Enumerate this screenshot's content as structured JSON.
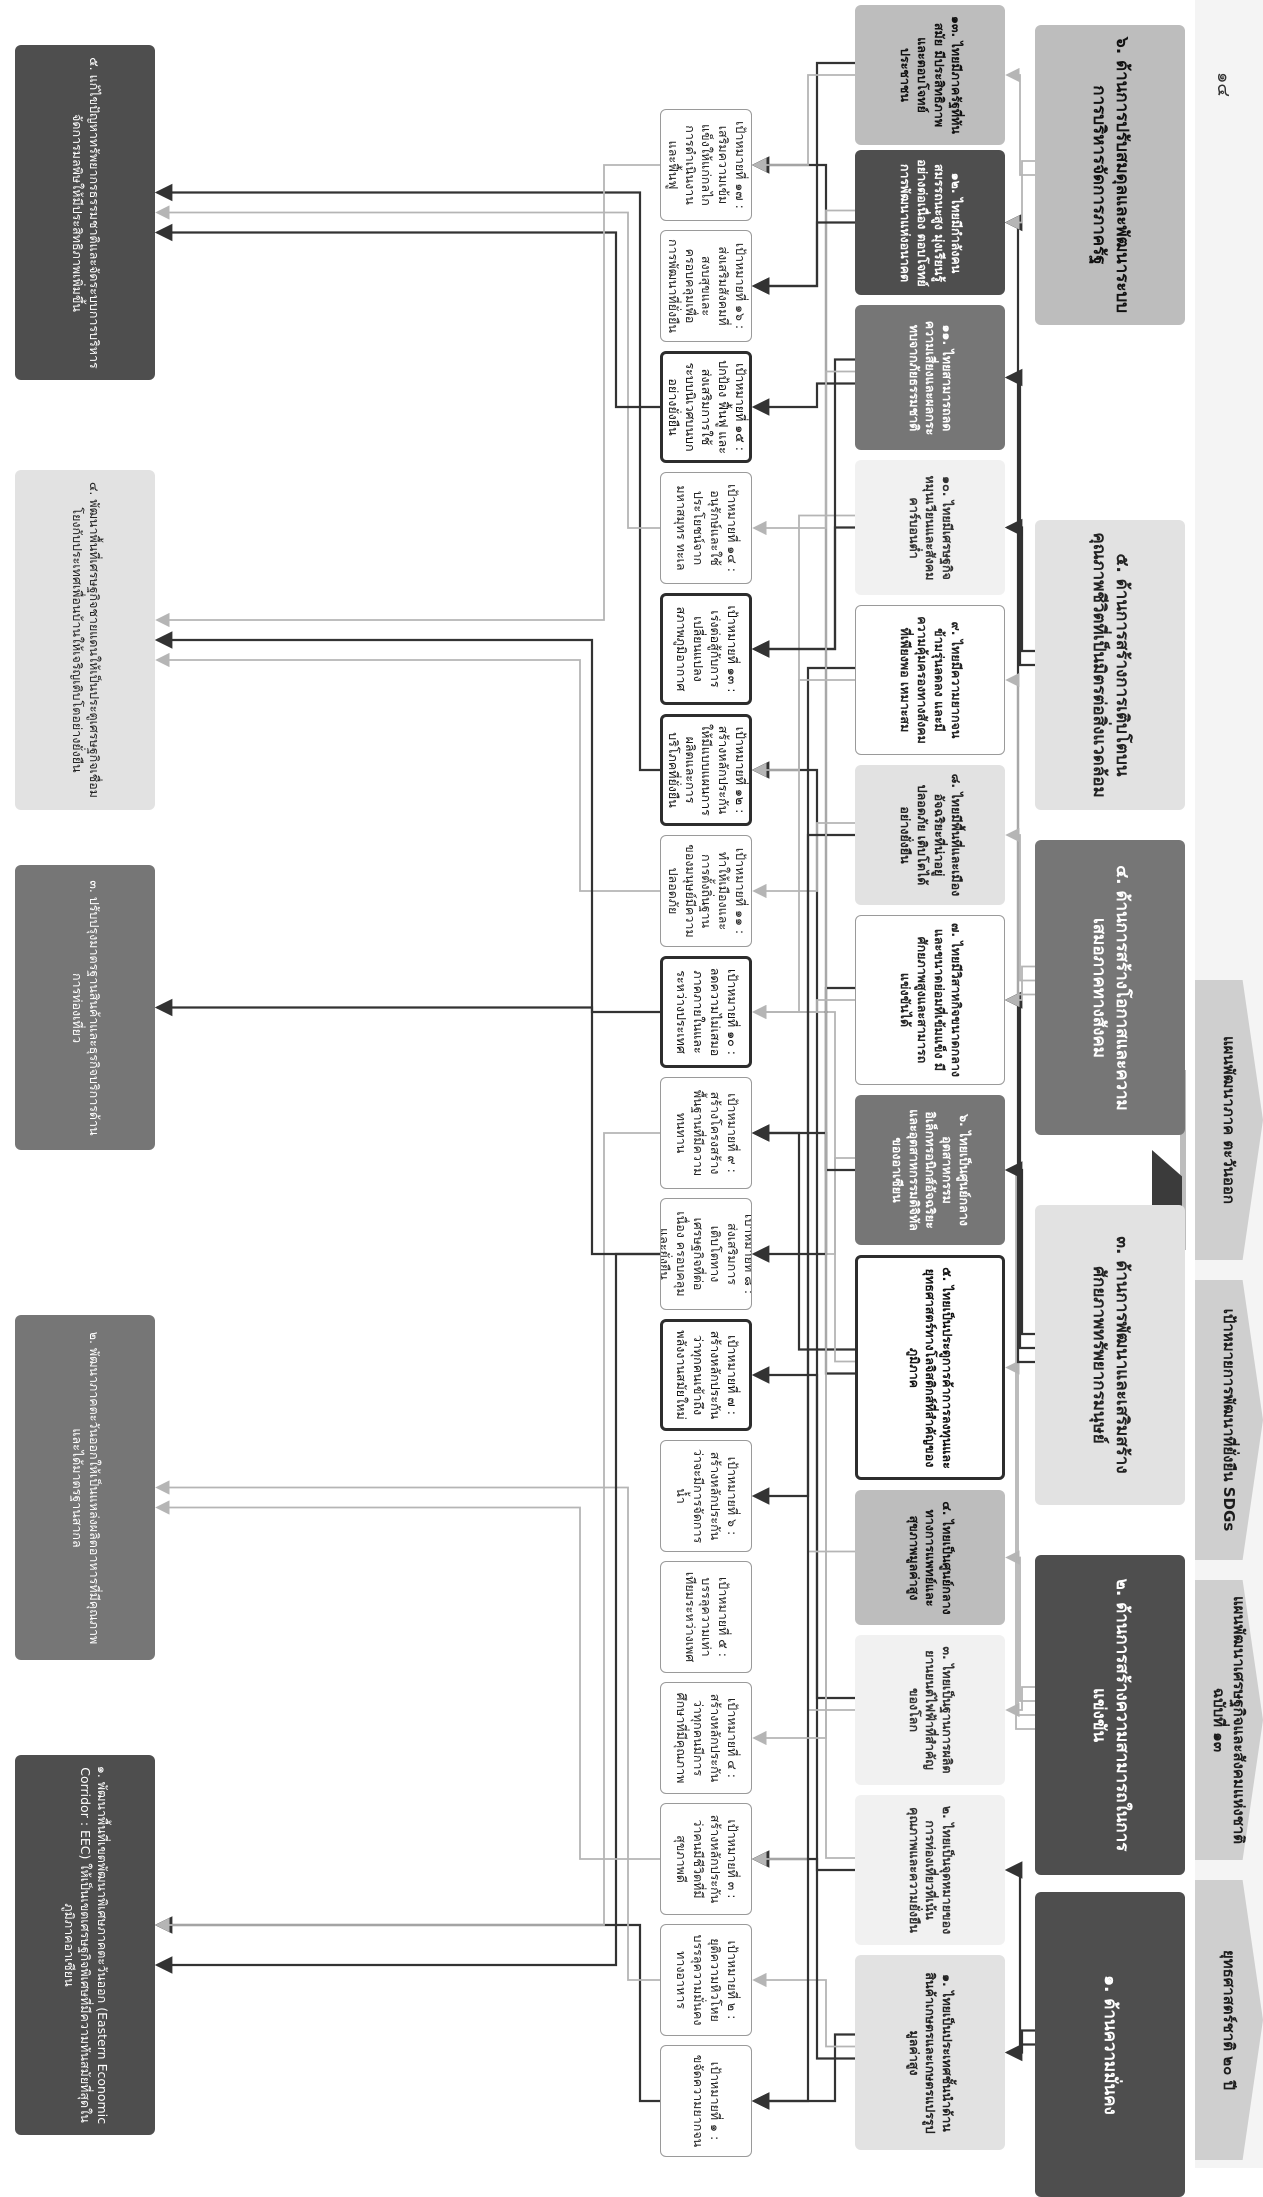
{
  "page_number": "๑๔",
  "colors": {
    "dark": "#4e4e4e",
    "mid": "#767676",
    "light": "#e2e2e2",
    "connector_dark": "#333333",
    "connector_light": "#b5b5b5"
  },
  "headers": [
    "ยุทธศาสตร์ชาติ ๒๐ ปี",
    "แผนพัฒนาเศรษฐกิจและสังคมแห่งชาติ ฉบับที่ ๑๓",
    "เป้าหมายการพัฒนาที่ยั่งยืน SDGs",
    "แผนพัฒนาภาค ตะวันออก"
  ],
  "strategies": [
    "๑. ด้านความมั่นคง",
    "๒. ด้านการสร้างความสามารถในการแข่งขัน",
    "๓. ด้านการพัฒนาและเสริมสร้างศักยภาพทรัพยากรมนุษย์",
    "๔. ด้านการสร้างโอกาสและความเสมอภาคทางสังคม",
    "๕. ด้านการสร้างการเติบโตบนคุณภาพชีวิตที่เป็นมิตรต่อสิ่งแวดล้อม",
    "๖. ด้านการปรับสมดุลและพัฒนาระบบการบริหารจัดการภาครัฐ"
  ],
  "plan13": [
    "๑. ไทยเป็นประเทศชั้นนำด้านสินค้าเกษตรและเกษตรแปรรูปมูลค่าสูง",
    "๒. ไทยเป็นจุดหมายของการท่องเที่ยวที่เน้นคุณภาพและความยั่งยืน",
    "๓. ไทยเป็นฐานการผลิตยานยนต์ไฟฟ้าที่สำคัญของโลก",
    "๔. ไทยเป็นศูนย์กลางทางการแพทย์และสุขภาพมูลค่าสูง",
    "๕. ไทยเป็นประตูการค้าการลงทุนและยุทธศาสตร์ทางโลจิสติกส์ที่สำคัญของภูมิภาค",
    "๖. ไทยเป็นศูนย์กลางอุตสาหกรรมอิเล็กทรอนิกส์อัจฉริยะและอุตสาหกรรมดิจิทัลของอาเซียน",
    "๗. ไทยมีวิสาหกิจขนาดกลางและขนาดย่อมที่เข้มแข็ง มีศักยภาพสูงและสามารถแข่งขันได้",
    "๘. ไทยมีพื้นที่และเมืองอัจฉริยะที่น่าอยู่ ปลอดภัย เติบโตได้อย่างยั่งยืน",
    "๙. ไทยมีความยากจนข้ามรุ่นลดลง และมีความคุ้มครองทางสังคมที่เพียงพอ เหมาะสม",
    "๑๐. ไทยมีเศรษฐกิจหมุนเวียนและสังคมคาร์บอนต่ำ",
    "๑๑. ไทยสามารถลดความเสี่ยงและผลกระทบจากภัยธรรมชาติ",
    "๑๒. ไทยมีกำลังคนสมรรถนะสูง มุ่งเรียนรู้อย่างต่อเนื่อง ตอบโจทย์การพัฒนาแห่งอนาคต",
    "๑๓. ไทยมีภาครัฐที่ทันสมัย มีประสิทธิภาพและตอบโจทย์ประชาชน"
  ],
  "sdgs": [
    "เป้าหมายที่ ๑ : ขจัดความยากจน",
    "เป้าหมายที่ ๒ : ยุติความหิวโหย บรรลุความมั่นคงทางอาหาร",
    "เป้าหมายที่ ๓ : สร้างหลักประกันว่าคนมีชีวิตที่มีสุขภาพดี",
    "เป้าหมายที่ ๔ : สร้างหลักประกันว่าทุกคนมีการศึกษาที่มีคุณภาพ",
    "เป้าหมายที่ ๕ : บรรลุความเท่าเทียมระหว่างเพศ",
    "เป้าหมายที่ ๖ : สร้างหลักประกันว่าจะมีการจัดการน้ำ",
    "เป้าหมายที่ ๗ : สร้างหลักประกันว่าทุกคนเข้าถึงพลังงานสมัยใหม่",
    "เป้าหมายที่ ๘ : ส่งเสริมการเติบโตทางเศรษฐกิจที่ต่อเนื่อง ครอบคลุม และยั่งยืน",
    "เป้าหมายที่ ๙ : สร้างโครงสร้างพื้นฐานที่มีความทนทาน",
    "เป้าหมายที่ ๑๐ : ลดความไม่เสมอภาคภายในและระหว่างประเทศ",
    "เป้าหมายที่ ๑๑ : ทำให้เมืองและการตั้งถิ่นฐานของมนุษย์มีความปลอดภัย",
    "เป้าหมายที่ ๑๒ : สร้างหลักประกันให้มีแบบแผนการผลิตและการบริโภคที่ยั่งยืน",
    "เป้าหมายที่ ๑๓ : เร่งต่อสู้กับการเปลี่ยนแปลงสภาพภูมิอากาศ",
    "เป้าหมายที่ ๑๔ : อนุรักษ์และใช้ประโยชน์จากมหาสมุทร ทะเล",
    "เป้าหมายที่ ๑๕ : ปกป้อง ฟื้นฟู และส่งเสริมการใช้ระบบนิเวศบนบกอย่างยั่งยืน",
    "เป้าหมายที่ ๑๖ : ส่งเสริมสังคมที่สงบสุขและครอบคลุมเพื่อการพัฒนาที่ยั่งยืน",
    "เป้าหมายที่ ๑๗ : เสริมความเข้มแข็งให้แก่กลไกการดำเนินงานและฟื้นฟู"
  ],
  "east_plan": [
    "๑. พัฒนาพื้นที่เขตพัฒนาพิเศษภาคตะวันออก (Eastern Economic Corridor : EEC) ให้เป็นเขตเศรษฐกิจพิเศษที่มีความทันสมัยที่สุดในภูมิภาคอาเซียน",
    "๒. พัฒนาภาคตะวันออกให้เป็นแหล่งผลิตอาหารที่มีคุณภาพและได้มาตรฐานสากล",
    "๓. ปรับปรุงมาตรฐานสินค้าและธุรกิจบริการด้านการท่องเที่ยว",
    "๔. พัฒนาพื้นที่เศรษฐกิจชายแดนให้เป็นประตูเศรษฐกิจเชื่อมโยงกับประเทศเพื่อนบ้านให้เจริญเติบโตอย่างยั่งยืน",
    "๕. แก้ไขปัญหาทรัพยากรธรรมชาติและจัดระบบการบริหารจัดการมลพิษให้มีประสิทธิภาพเพิ่มขึ้น"
  ]
}
